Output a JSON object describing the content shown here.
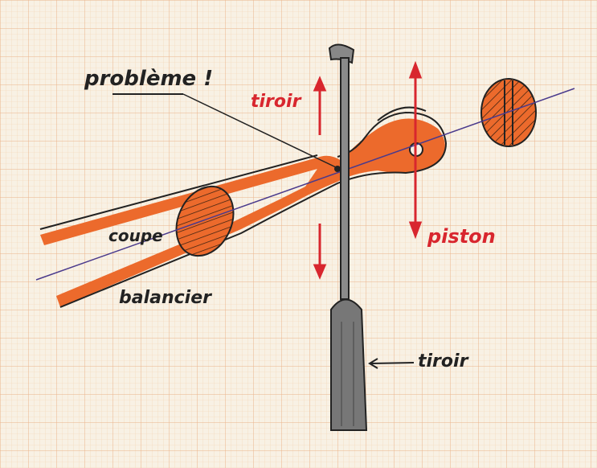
{
  "labels": {
    "probleme": "problème !",
    "tiroir_top": "tiroir",
    "piston": "piston",
    "coupe": "coupe",
    "balancier": "balancier",
    "tiroir_bottom": "tiroir"
  },
  "colors": {
    "paper": "#f8f1e4",
    "grid_minor": "#f1c9a0",
    "grid_major": "#e9a878",
    "orange": "#ec6a2c",
    "red": "#d8262e",
    "ink": "#222222",
    "axis_line": "#4a3a8c"
  }
}
